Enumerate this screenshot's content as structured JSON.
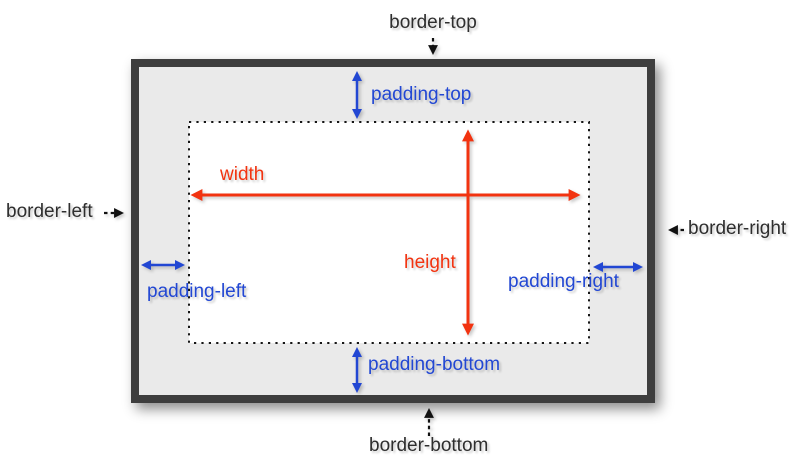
{
  "diagram": {
    "border_labels": {
      "top": "border-top",
      "bottom": "border-bottom",
      "left": "border-left",
      "right": "border-right"
    },
    "padding_labels": {
      "top": "padding-top",
      "bottom": "padding-bottom",
      "left": "padding-left",
      "right": "padding-right"
    },
    "dimension_labels": {
      "width": "width",
      "height": "height"
    },
    "colors": {
      "box_border": "#3e3e3e",
      "padding_area_fill": "#eaeaea",
      "content_area_fill": "#ffffff",
      "padding_accent": "#2247d3",
      "dimension_accent": "#f23310",
      "label_text": "#2e2e2e",
      "dotted_outline": "#161616",
      "page_background": "#ffffff"
    }
  }
}
